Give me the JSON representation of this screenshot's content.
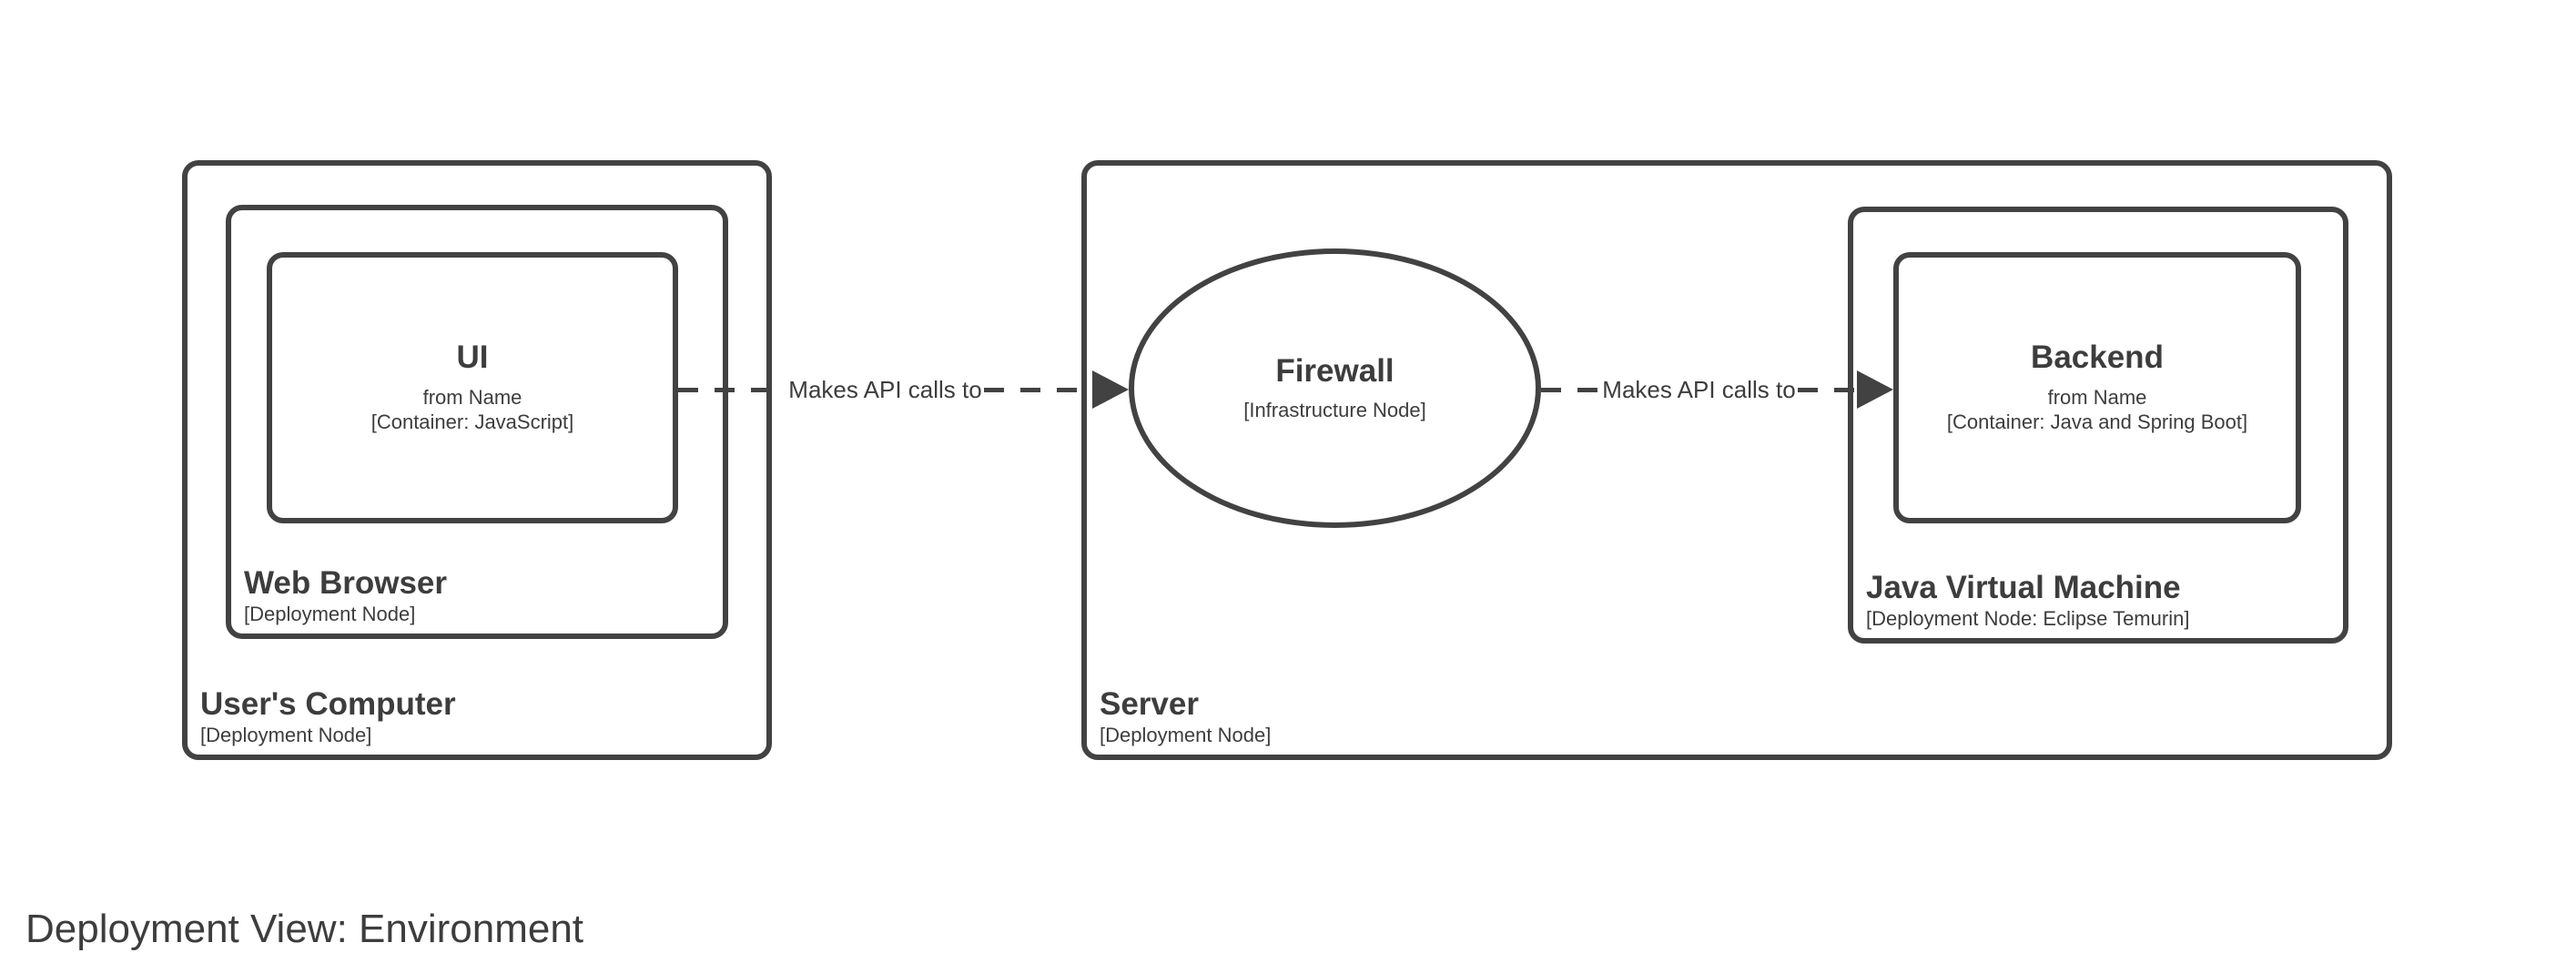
{
  "title": "Deployment View: Environment",
  "nodes": {
    "users_computer": {
      "title": "User's Computer",
      "meta": "[Deployment Node]"
    },
    "web_browser": {
      "title": "Web Browser",
      "meta": "[Deployment Node]"
    },
    "ui": {
      "title": "UI",
      "subtitle": "from Name",
      "meta": "[Container: JavaScript]"
    },
    "server": {
      "title": "Server",
      "meta": "[Deployment Node]"
    },
    "firewall": {
      "title": "Firewall",
      "meta": "[Infrastructure Node]"
    },
    "jvm": {
      "title": "Java Virtual Machine",
      "meta": "[Deployment Node: Eclipse Temurin]"
    },
    "backend": {
      "title": "Backend",
      "subtitle": "from Name",
      "meta": "[Container: Java and Spring Boot]"
    }
  },
  "relationships": [
    {
      "label": "Makes API calls to",
      "from": "UI",
      "to": "Firewall"
    },
    {
      "label": "Makes API calls to",
      "from": "Firewall",
      "to": "Backend"
    }
  ],
  "colors": {
    "line": "#424242",
    "text": "#3d3d3d",
    "background": "#ffffff"
  }
}
